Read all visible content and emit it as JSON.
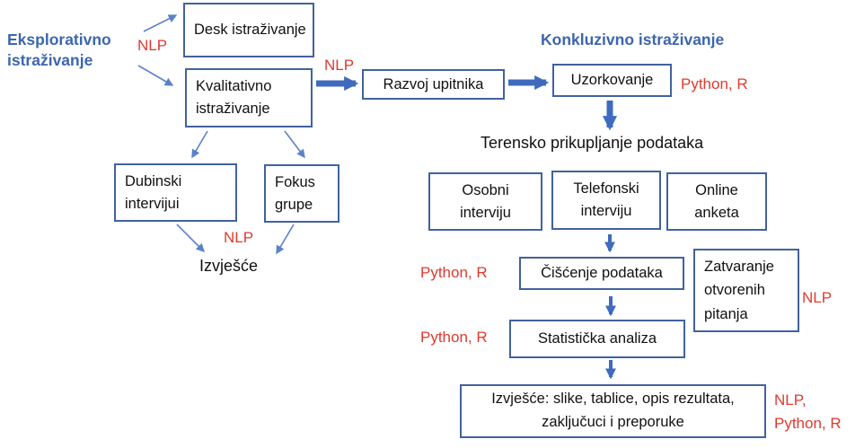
{
  "diagram": {
    "headings": {
      "exploratory": "Eksplorativno istraživanje",
      "conclusive": "Konkluzivno istraživanje"
    },
    "boxes": {
      "desk": "Desk istraživanje",
      "qualitative": "Kvalitativno istraživanje",
      "questionnaire": "Razvoj upitnika",
      "sampling": "Uzorkovanje",
      "depth_interviews": "Dubinski intervijui",
      "focus_groups": "Fokus grupe",
      "personal_interview": "Osobni interviju",
      "phone_interview": "Telefonski interviju",
      "online_survey": "Online anketa",
      "data_cleaning": "Čišćenje podataka",
      "open_questions": "Zatvaranje otvorenih pitanja",
      "statistical_analysis": "Statistička analiza",
      "final_report": "Izvješće: slike, tablice, opis rezultata, zaključuci i preporuke"
    },
    "texts": {
      "field_collection": "Terensko prikupljanje podataka",
      "report": "Izvješće"
    },
    "annotations": {
      "nlp_exploratory": "NLP",
      "nlp_questionnaire": "NLP",
      "nlp_report": "NLP",
      "nlp_open_questions": "NLP",
      "python_r_sampling": "Python, R",
      "python_r_cleaning": "Python, R",
      "python_r_stats": "Python, R",
      "final_tools_line1": "NLP,",
      "final_tools_line2": "Python, R"
    },
    "colors": {
      "heading_blue": "#3c66ae",
      "box_border_blue": "#41629e",
      "annotation_red": "#e03a2d",
      "arrow_thick_blue": "#3f6bbf",
      "arrow_thin_blue": "#5b82c8"
    }
  }
}
